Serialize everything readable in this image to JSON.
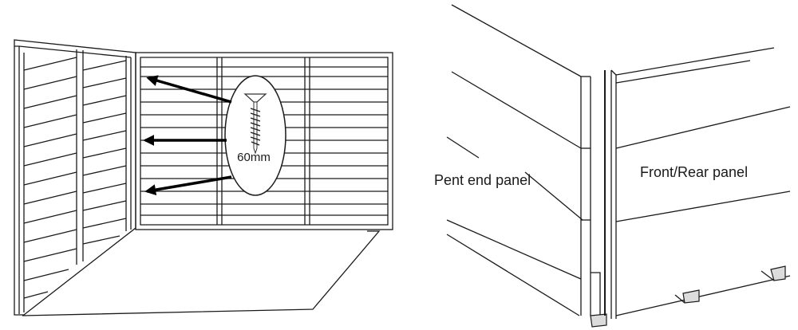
{
  "diagram": {
    "screw_size_label": "60mm",
    "pent_end_panel_label": "Pent end panel",
    "front_rear_panel_label": "Front/Rear panel"
  }
}
